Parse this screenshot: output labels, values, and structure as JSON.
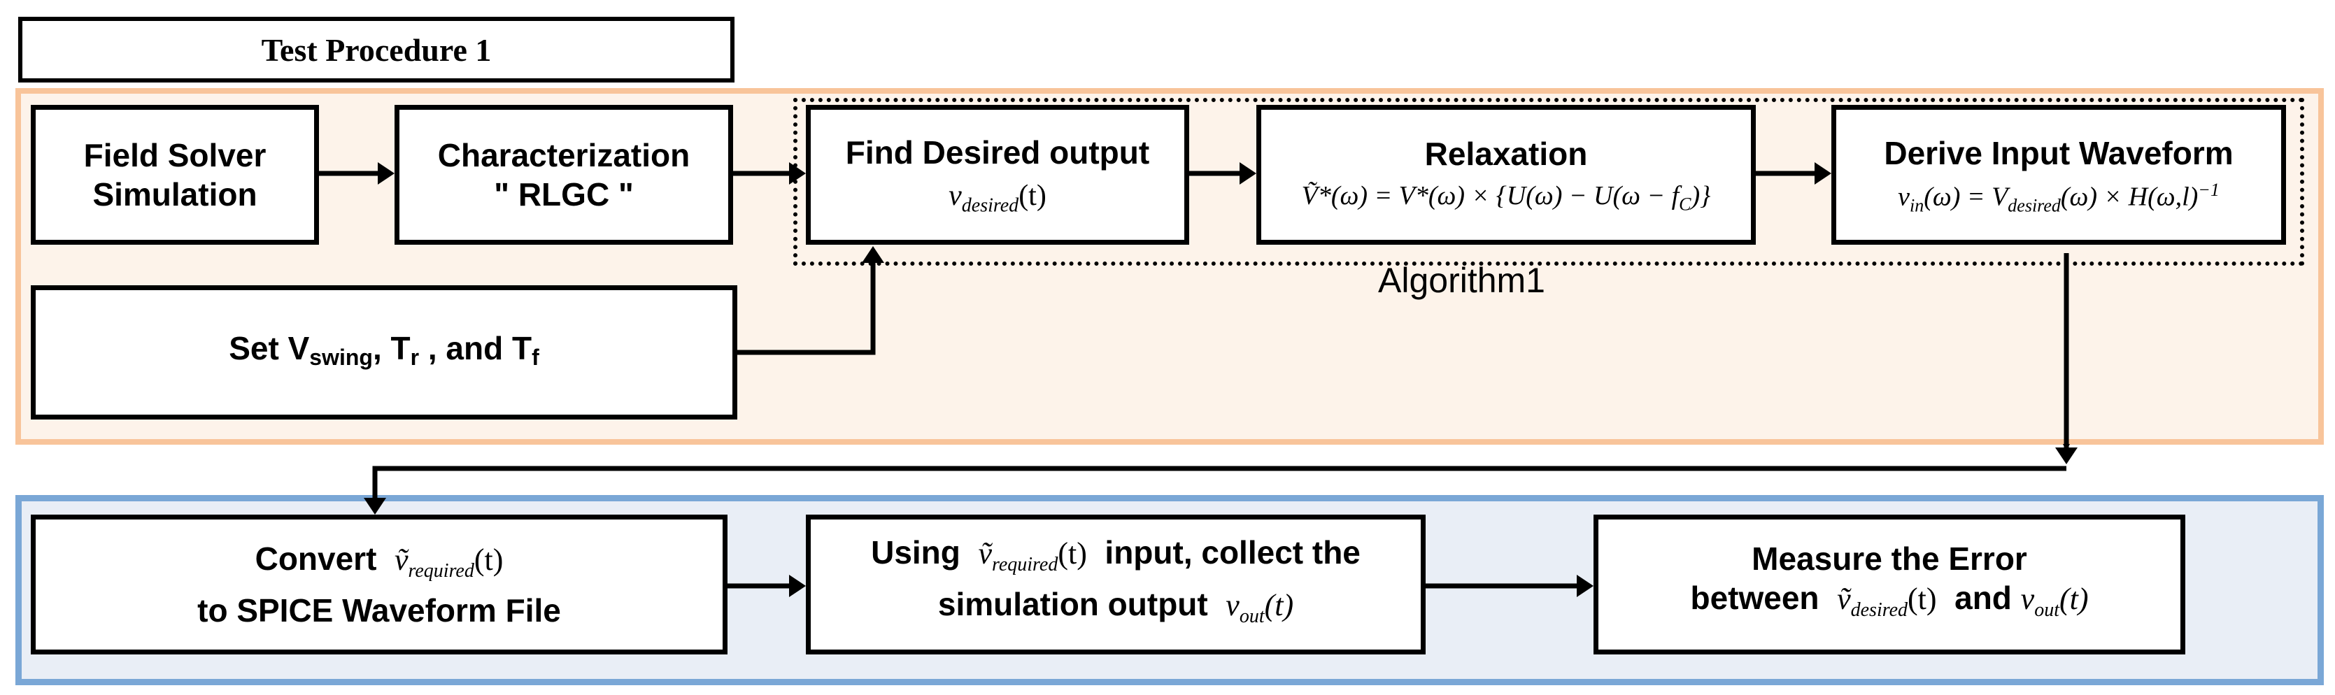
{
  "title": "Test Procedure 1",
  "algorithm_label": "Algorithm1",
  "top": {
    "field_solver": {
      "line1": "Field Solver",
      "line2": "Simulation"
    },
    "characterization": {
      "line1": "Characterization",
      "line2": "\" RLGC \""
    },
    "find_desired": {
      "label": "Find Desired output",
      "eq_var": "v",
      "eq_sub": "desired",
      "eq_arg": "(t)"
    },
    "relaxation": {
      "label": "Relaxation",
      "eq": "Ṽ*(ω) = V*(ω) × {U(ω) − U(ω − f",
      "eq_sub": "C",
      "eq_end": ")}"
    },
    "derive_input": {
      "label": "Derive Input Waveform",
      "eq_a": "v",
      "eq_a_sub": "in",
      "eq_b": "(ω) = V",
      "eq_b_sub": "desired",
      "eq_c": "(ω) × H(ω,l)",
      "eq_sup": "−1"
    },
    "set_params": {
      "pre": "Set V",
      "swing": "swing",
      "mid1": ", T",
      "r": "r",
      "mid2": " , and T",
      "f": "f"
    }
  },
  "bottom": {
    "convert": {
      "word": "Convert",
      "var": "ṽ",
      "sub": "required",
      "arg": "(t)",
      "line2": "to SPICE Waveform File"
    },
    "using": {
      "word": "Using",
      "var": "ṽ",
      "sub": "required",
      "arg": "(t)",
      "rest": "input, collect the",
      "line2": "simulation output",
      "out_var": "v",
      "out_sub": "out",
      "out_arg": "(t)"
    },
    "measure": {
      "line1": "Measure the Error",
      "between": "between",
      "var": "ṽ",
      "sub": "desired",
      "arg": "(t)",
      "and": "and",
      "out_var": "v",
      "out_sub": "out",
      "out_arg": "(t)"
    }
  }
}
